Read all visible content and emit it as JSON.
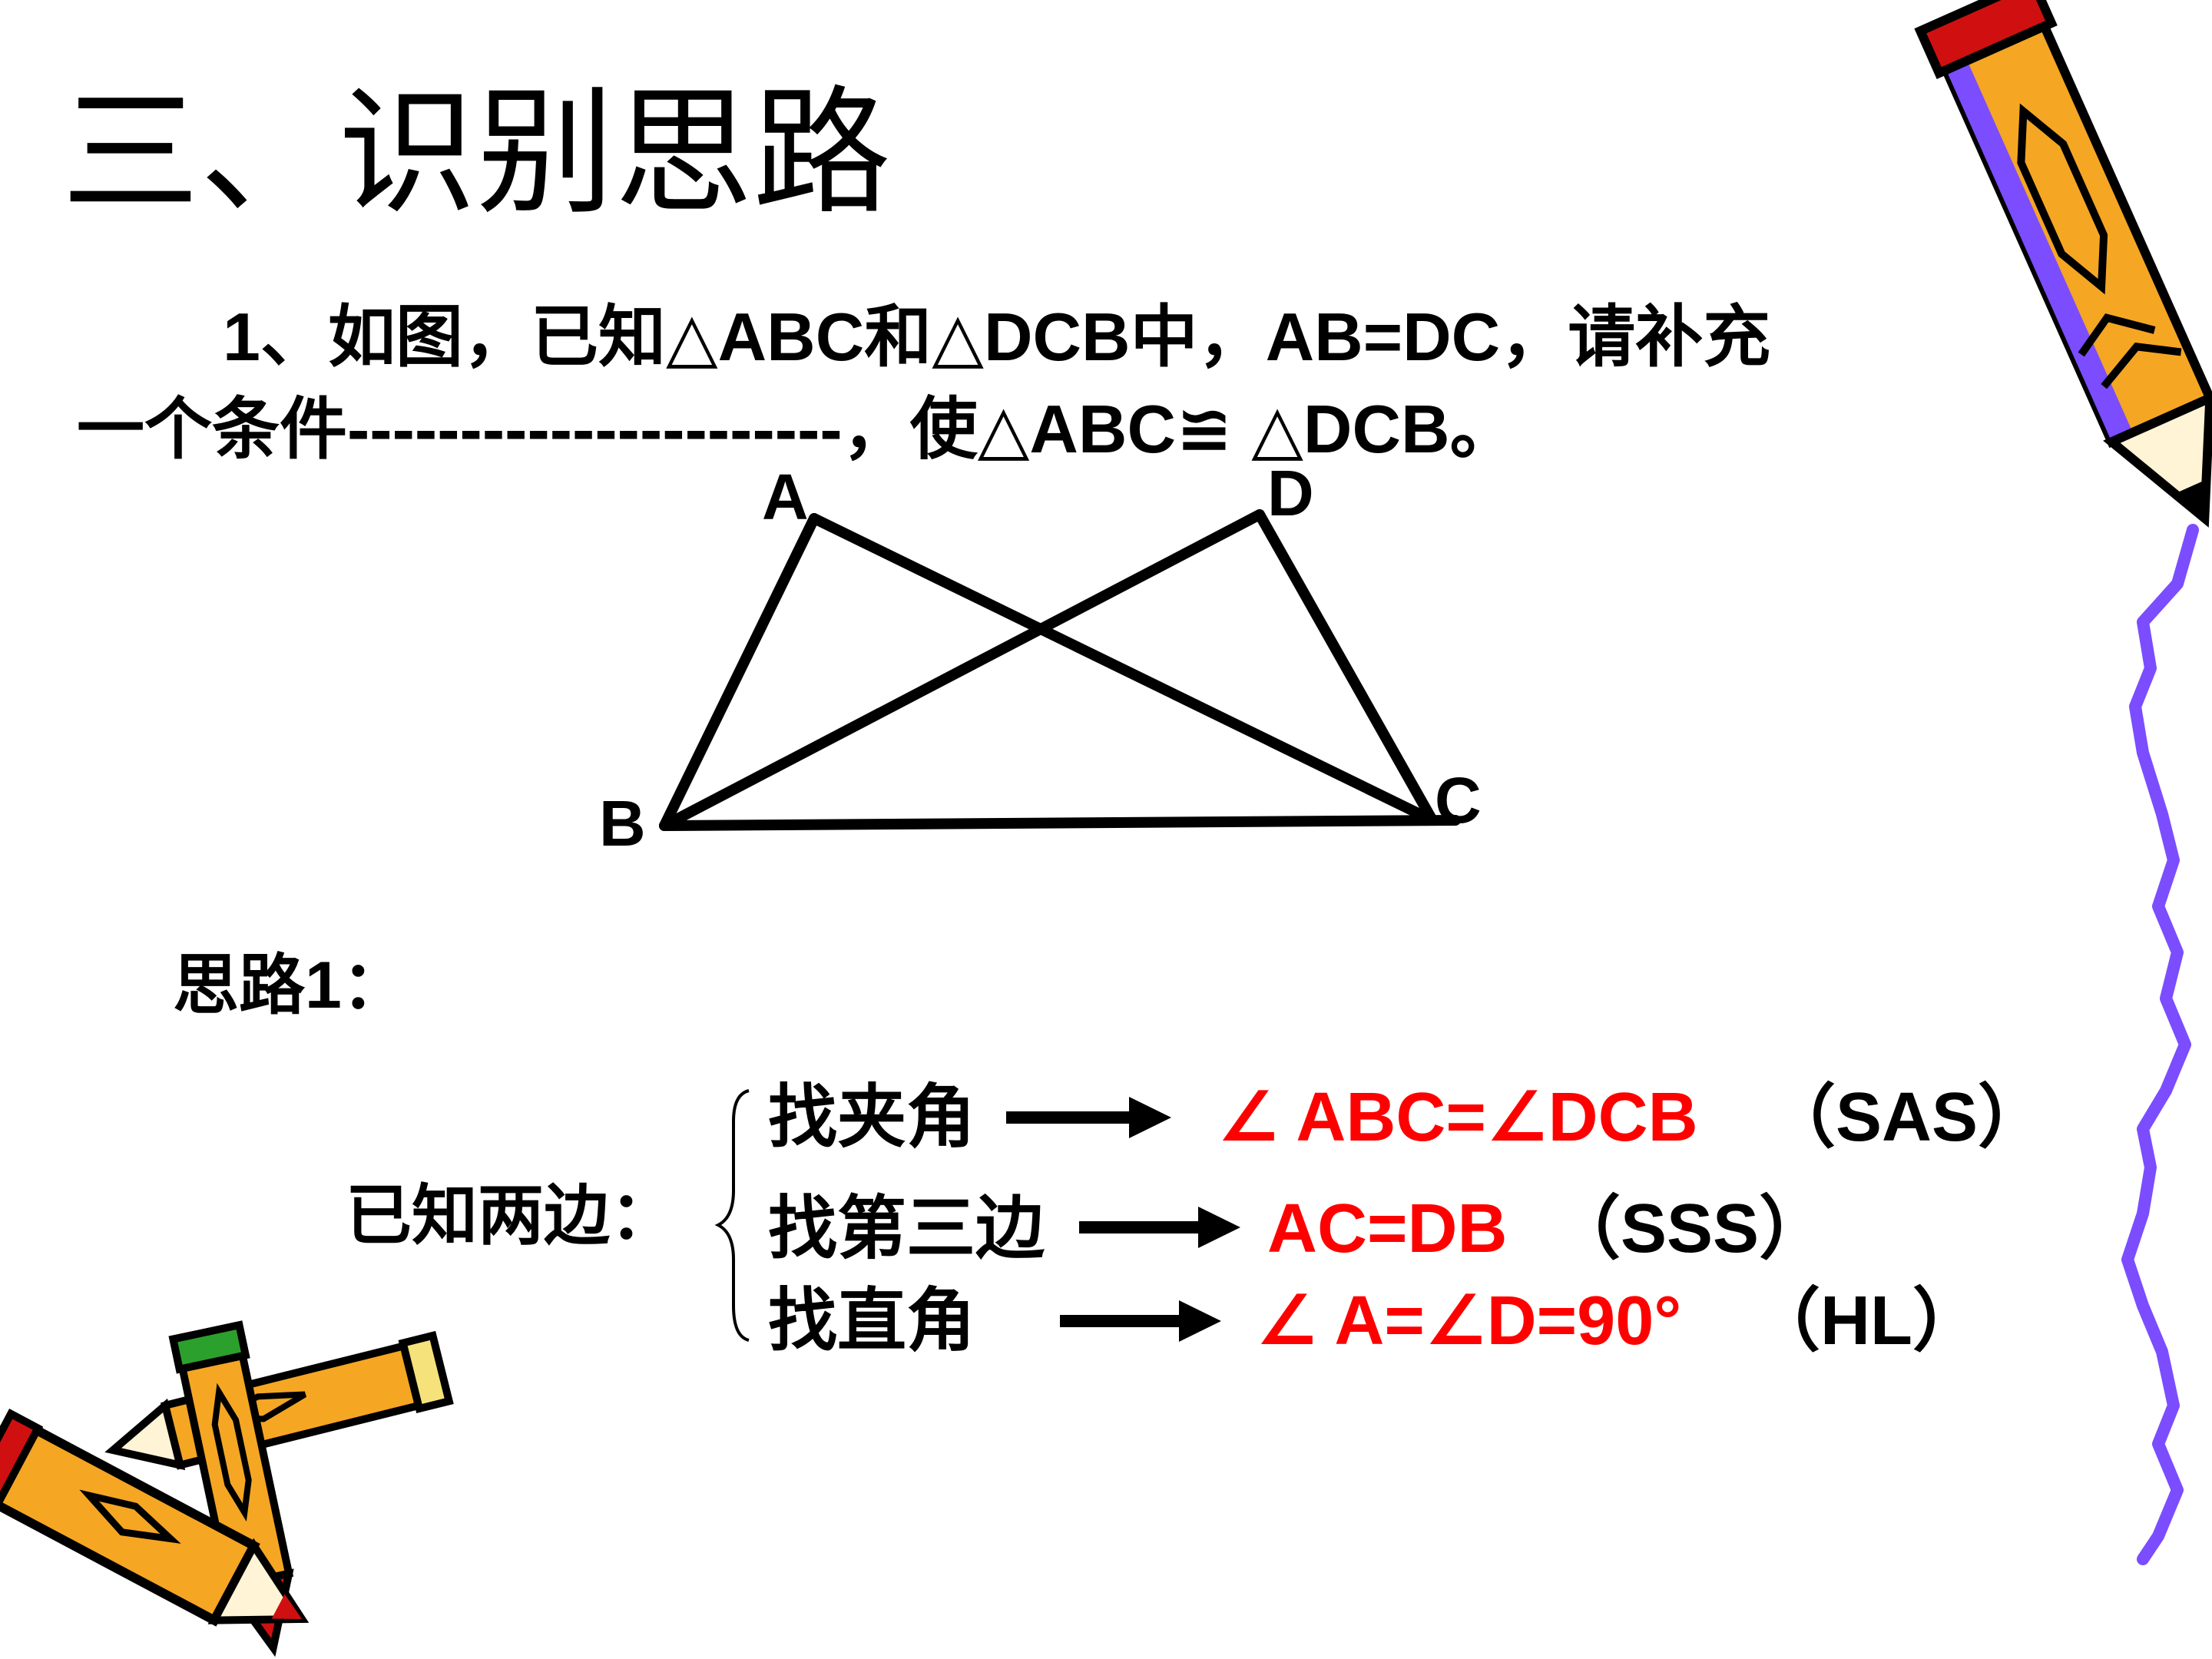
{
  "title": "三、识别思路",
  "problem": {
    "line1": "1、如图，已知△ABC和△DCB中，AB=DC，请补充",
    "line2": "一个条件----------------------，使△ABC≌ △DCB。"
  },
  "figure": {
    "vertices": {
      "A": "A",
      "B": "B",
      "C": "C",
      "D": "D"
    }
  },
  "idea_label": "思路1：",
  "known_label": "已知两边：",
  "rows": [
    {
      "step": "找夹角",
      "condition": "∠ ABC=∠DCB",
      "criterion": "（SAS）"
    },
    {
      "step": "找第三边",
      "condition": "AC=DB",
      "criterion": "（SSS）"
    },
    {
      "step": "找直角",
      "condition": "∠ A=∠D=90°",
      "criterion": "（HL）"
    }
  ],
  "colors": {
    "condition": "#ff0000",
    "text": "#000000",
    "pencil_body": "#f5a623",
    "pencil_tip": "#d01010",
    "pencil_stripe": "#7b4dff",
    "squiggle": "#7b4dff"
  },
  "icons": [
    "pencil-icon",
    "pencil-icon",
    "pencil-icon"
  ]
}
